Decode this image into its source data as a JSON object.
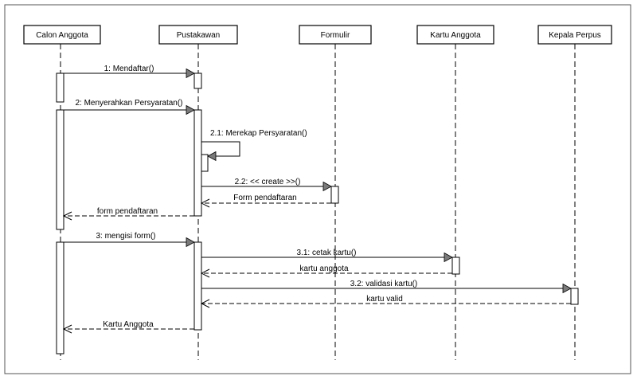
{
  "participants": [
    {
      "id": "calon",
      "label": "Calon Anggota"
    },
    {
      "id": "pustakawan",
      "label": "Pustakawan"
    },
    {
      "id": "formulir",
      "label": "Formulir"
    },
    {
      "id": "kartu",
      "label": "Kartu Anggota"
    },
    {
      "id": "kepala",
      "label": "Kepala Perpus"
    }
  ],
  "messages": [
    {
      "label": "1: Mendaftar()",
      "from": "calon",
      "to": "pustakawan",
      "kind": "call"
    },
    {
      "label": "2: Menyerahkan Persyaratan()",
      "from": "calon",
      "to": "pustakawan",
      "kind": "call"
    },
    {
      "label": "2.1: Merekap Persyaratan()",
      "from": "pustakawan",
      "to": "pustakawan",
      "kind": "self"
    },
    {
      "label": "2.2: << create >>()",
      "from": "pustakawan",
      "to": "formulir",
      "kind": "call"
    },
    {
      "label": "Form pendaftaran",
      "from": "formulir",
      "to": "pustakawan",
      "kind": "return"
    },
    {
      "label": "form pendaftaran",
      "from": "pustakawan",
      "to": "calon",
      "kind": "return"
    },
    {
      "label": "3: mengisi form()",
      "from": "calon",
      "to": "pustakawan",
      "kind": "call"
    },
    {
      "label": "3.1: cetak kartu()",
      "from": "pustakawan",
      "to": "kartu",
      "kind": "call"
    },
    {
      "label": "kartu anggota",
      "from": "kartu",
      "to": "pustakawan",
      "kind": "return"
    },
    {
      "label": "3.2: validasi kartu()",
      "from": "pustakawan",
      "to": "kepala",
      "kind": "call"
    },
    {
      "label": "kartu valid",
      "from": "kepala",
      "to": "pustakawan",
      "kind": "return"
    },
    {
      "label": "Kartu Anggota",
      "from": "pustakawan",
      "to": "calon",
      "kind": "return"
    }
  ],
  "colors": {
    "line": "#000000",
    "arrowhead": "#7a7a7a",
    "frame": "#555555",
    "background": "#ffffff"
  }
}
